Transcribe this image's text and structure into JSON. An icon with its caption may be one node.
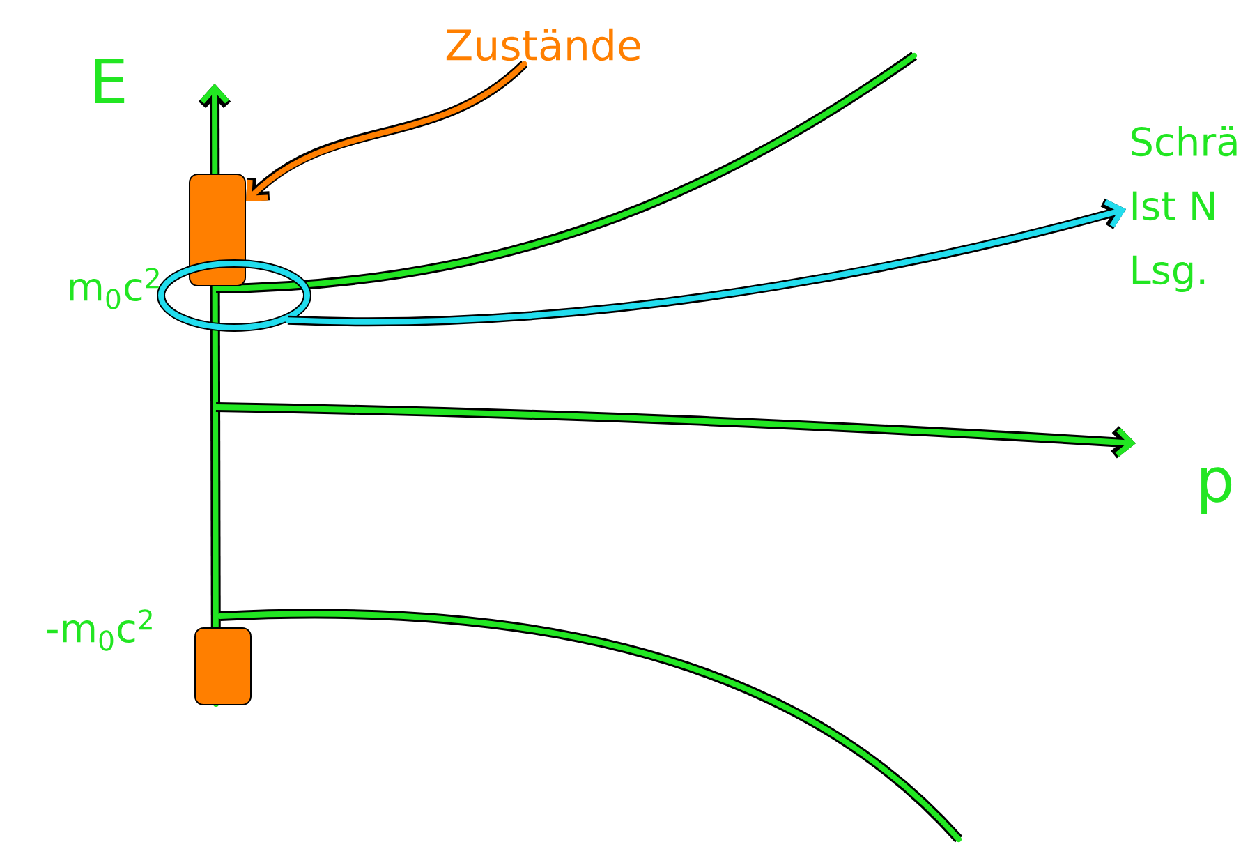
{
  "diagram": {
    "nodes": [
      {
        "text": [
          "Zustände"
        ]
      },
      {
        "text": [],
        "shape": "bar"
      },
      {
        "text": [],
        "shape": "bar"
      },
      {
        "text": [],
        "shape": "ellipse"
      },
      {
        "text": [
          "Schrä",
          "Ist N",
          "Lsg."
        ]
      }
    ],
    "edges": [
      {
        "from": 0,
        "to": 1,
        "arrow": "to",
        "color": "#ff7f00"
      },
      {
        "from": 3,
        "to": 4,
        "arrow": "to",
        "color": "#22ddee"
      }
    ],
    "labels": [
      "E",
      "m$_{0}$c$^{2}$",
      "-m$_{0}$c$^{2}$",
      "p"
    ]
  }
}
